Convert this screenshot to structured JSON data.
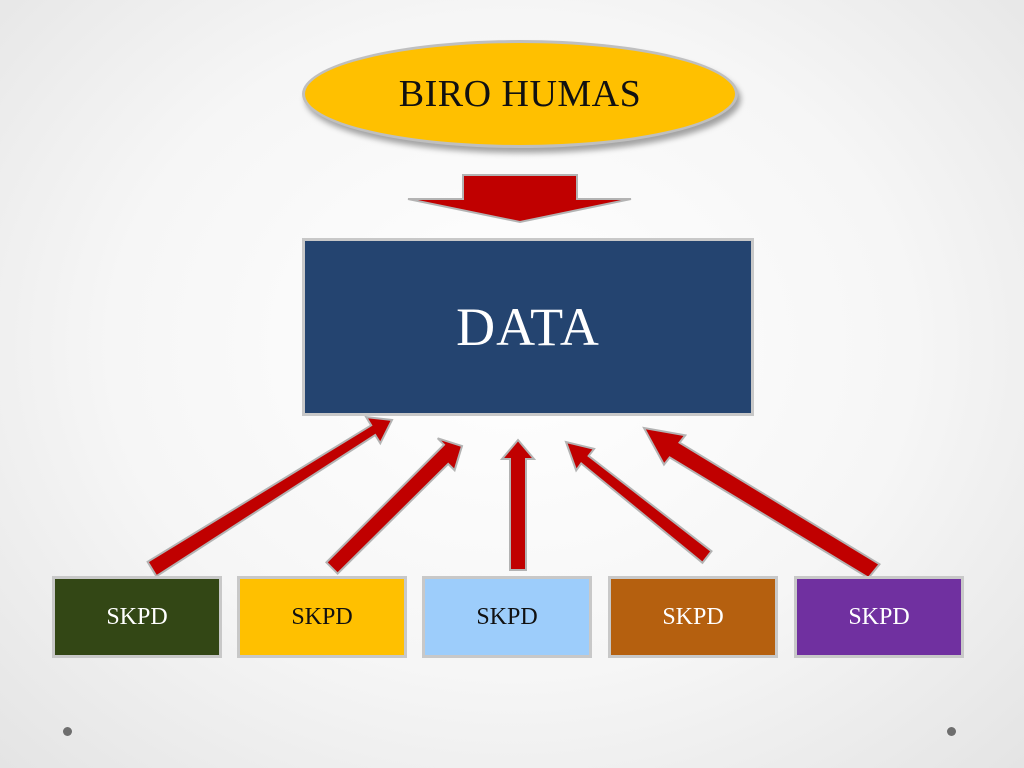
{
  "diagram": {
    "top_node": {
      "label": "BIRO HUMAS",
      "fill": "#ffc000",
      "text_color": "#111111"
    },
    "center_node": {
      "label": "DATA",
      "fill": "#244470",
      "text_color": "#ffffff"
    },
    "source_nodes": [
      {
        "label": "SKPD",
        "fill": "#334715",
        "text_color": "#ffffff"
      },
      {
        "label": "SKPD",
        "fill": "#ffc000",
        "text_color": "#111111"
      },
      {
        "label": "SKPD",
        "fill": "#9dcdfb",
        "text_color": "#111111"
      },
      {
        "label": "SKPD",
        "fill": "#b5600f",
        "text_color": "#ffffff"
      },
      {
        "label": "SKPD",
        "fill": "#7030a0",
        "text_color": "#ffffff"
      }
    ],
    "arrow_color": "#c00000",
    "arrow_outline": "#b3b3b3",
    "edges": [
      {
        "from": "top_node",
        "to": "center_node"
      },
      {
        "from": "source_nodes.0",
        "to": "center_node"
      },
      {
        "from": "source_nodes.1",
        "to": "center_node"
      },
      {
        "from": "source_nodes.2",
        "to": "center_node"
      },
      {
        "from": "source_nodes.3",
        "to": "center_node"
      },
      {
        "from": "source_nodes.4",
        "to": "center_node"
      }
    ]
  }
}
